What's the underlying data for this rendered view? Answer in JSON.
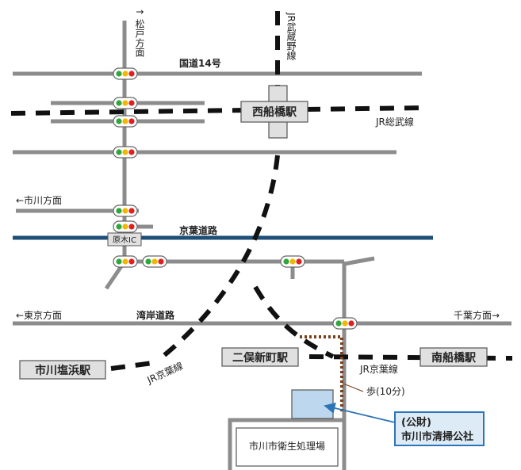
{
  "labels": {
    "matsudo_dir": "↑ 松戸方面",
    "jr_musashino": "JR武蔵野線",
    "route14": "国道14号",
    "nishifunabashi": "西船橋駅",
    "jr_sobu": "JR総武線",
    "ichikawa_dir": "←市川方面",
    "keiyo_road": "京葉道路",
    "baraki_ic": "原木IC",
    "tokyo_dir": "←東京方面",
    "wangan_road": "湾岸道路",
    "chiba_dir": "千葉方面→",
    "futamata": "二俣新町駅",
    "minamifunabashi": "南船橋駅",
    "ichikawashiohama": "市川塩浜駅",
    "jr_keiyo_left": "JR京葉線",
    "jr_keiyo_right": "JR京葉線",
    "walk": "歩(10分)",
    "org_line1": "(公財)",
    "org_line2": "市川市清掃公社",
    "eisei": "市川市衛生処理場"
  },
  "colors": {
    "road": "#8c8c8c",
    "rail": "#111111",
    "keiyo_road": "#1f4e79",
    "walk_route": "#7b3f1d",
    "callout": "#2e75b6",
    "target_fill": "#bdd7ee",
    "org_box_fill": "#ddebf7",
    "station_fill": "#e0e0e0"
  }
}
